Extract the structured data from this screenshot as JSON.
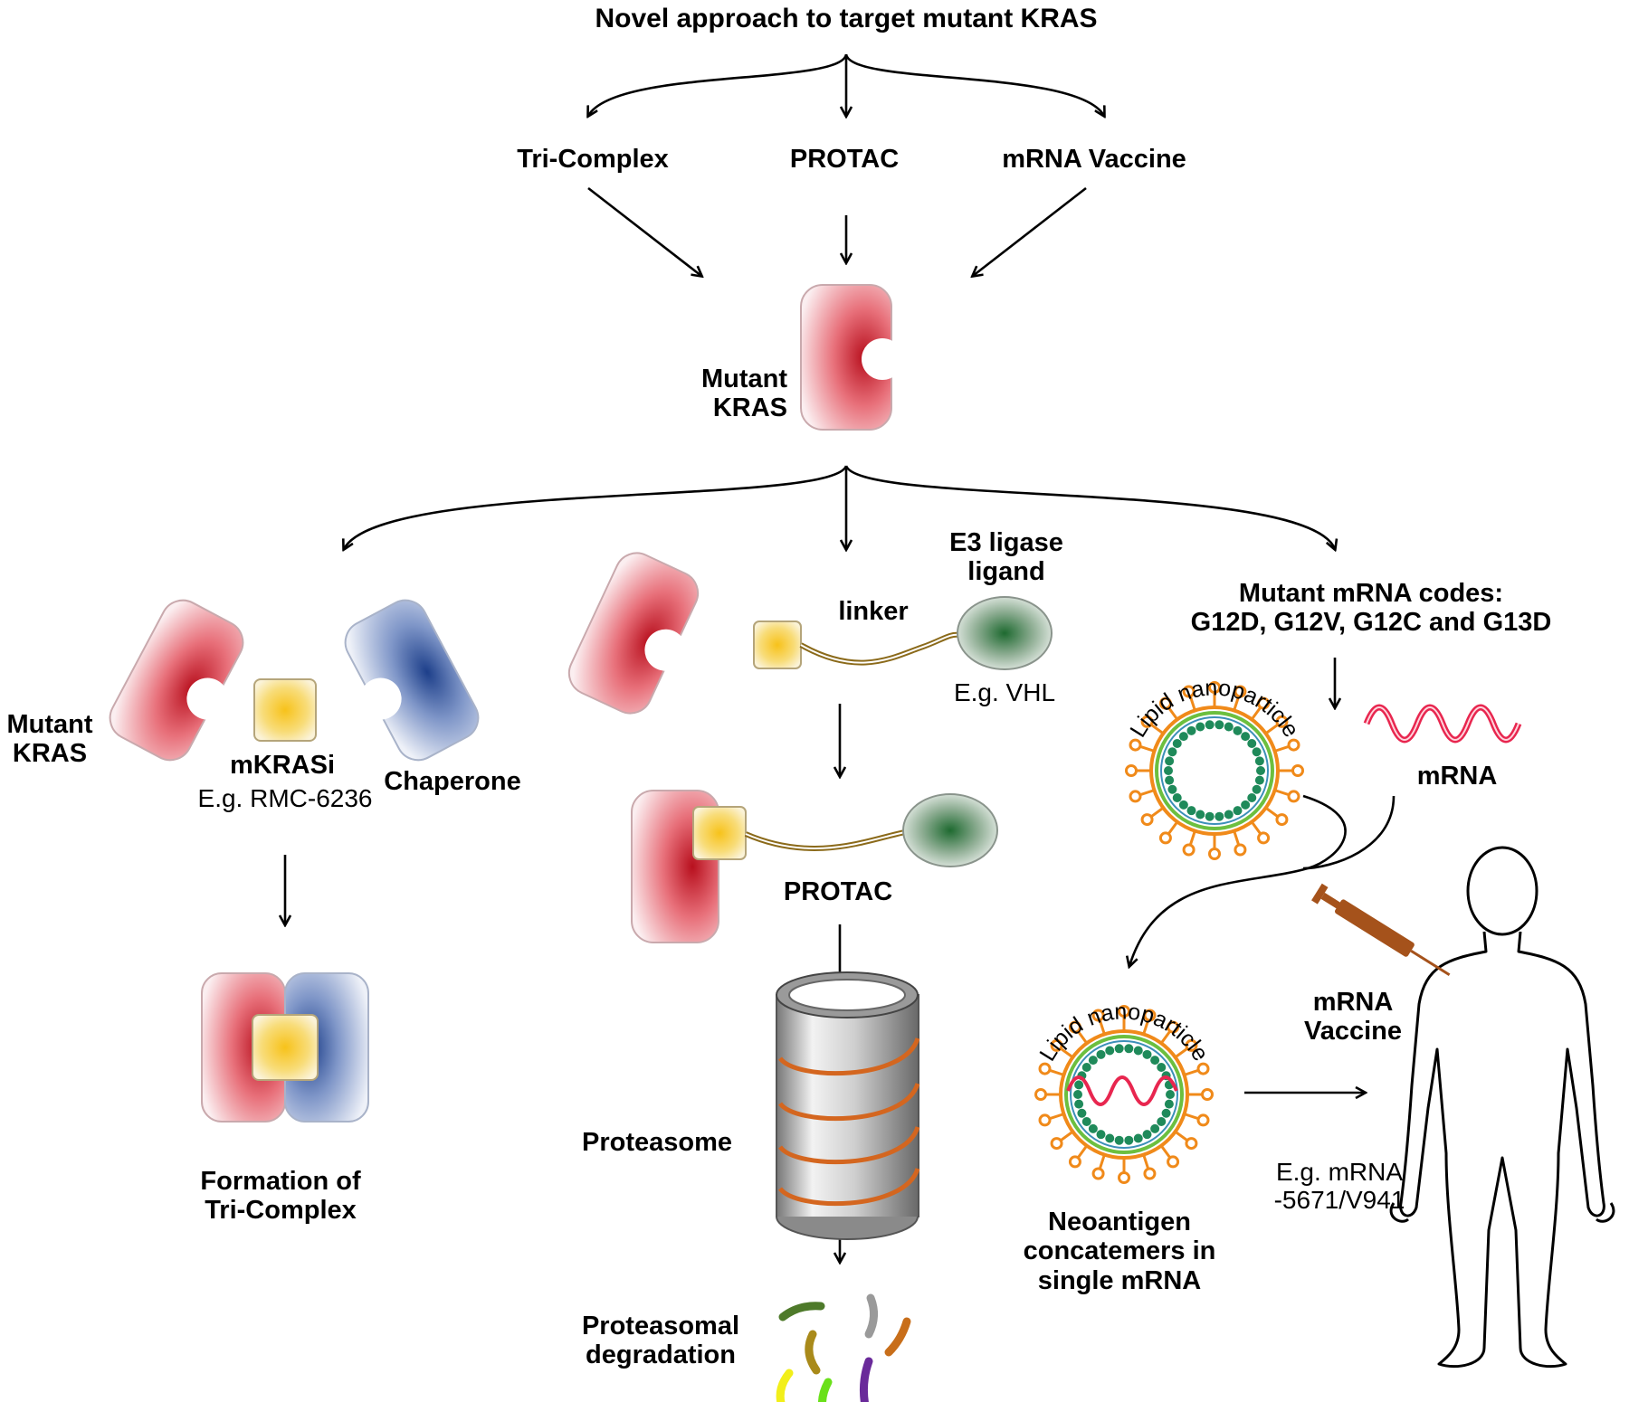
{
  "title": "Novel approach to target mutant KRAS",
  "approaches": [
    "Tri-Complex",
    "PROTAC",
    "mRNA Vaccine"
  ],
  "center": {
    "line1": "Mutant",
    "line2": "KRAS"
  },
  "tricomplex": {
    "kras_line1": "Mutant",
    "kras_line2": "KRAS",
    "inhibitor": "mKRASi",
    "example": "E.g. RMC-6236",
    "chaperone": "Chaperone",
    "result_line1": "Formation of",
    "result_line2": "Tri-Complex"
  },
  "protac": {
    "e3_line1": "E3 ligase",
    "e3_line2": "ligand",
    "linker": "linker",
    "example": "E.g. VHL",
    "label": "PROTAC",
    "proteasome": "Proteasome",
    "degradation_line1": "Proteasomal",
    "degradation_line2": "degradation"
  },
  "vaccine": {
    "codes_line1": "Mutant mRNA codes:",
    "codes_line2": "G12D, G12V, G12C and G13D",
    "lnp_label": "Lipid nanoparticle",
    "mrna_label": "mRNA",
    "lnp_label2": "Lipid nanoparticle",
    "neo_line1": "Neoantigen",
    "neo_line2": "concatemers in",
    "neo_line3": "single mRNA",
    "vaccine_line1": "mRNA",
    "vaccine_line2": "Vaccine",
    "example_line1": "E.g. mRNA",
    "example_line2": "-5671/V941"
  },
  "colors": {
    "kras": "#d0202e",
    "chaperone": "#2a4d9c",
    "inhibitor": "#f4c21a",
    "e3": "#2f6b3a",
    "mrna": "#e8264f",
    "lnp_spikes": "#f08a1a",
    "lnp_membrane": "#6cbf3f",
    "lnp_dots": "#1f8a5a",
    "proteasome_bands": "#d4661f",
    "syringe": "#a5521b"
  },
  "fragment_colors": [
    "#4e7a2a",
    "#a98a1a",
    "#9a9a9a",
    "#c86e1a",
    "#f2ef1a",
    "#6a2a9a",
    "#6ae01a"
  ]
}
